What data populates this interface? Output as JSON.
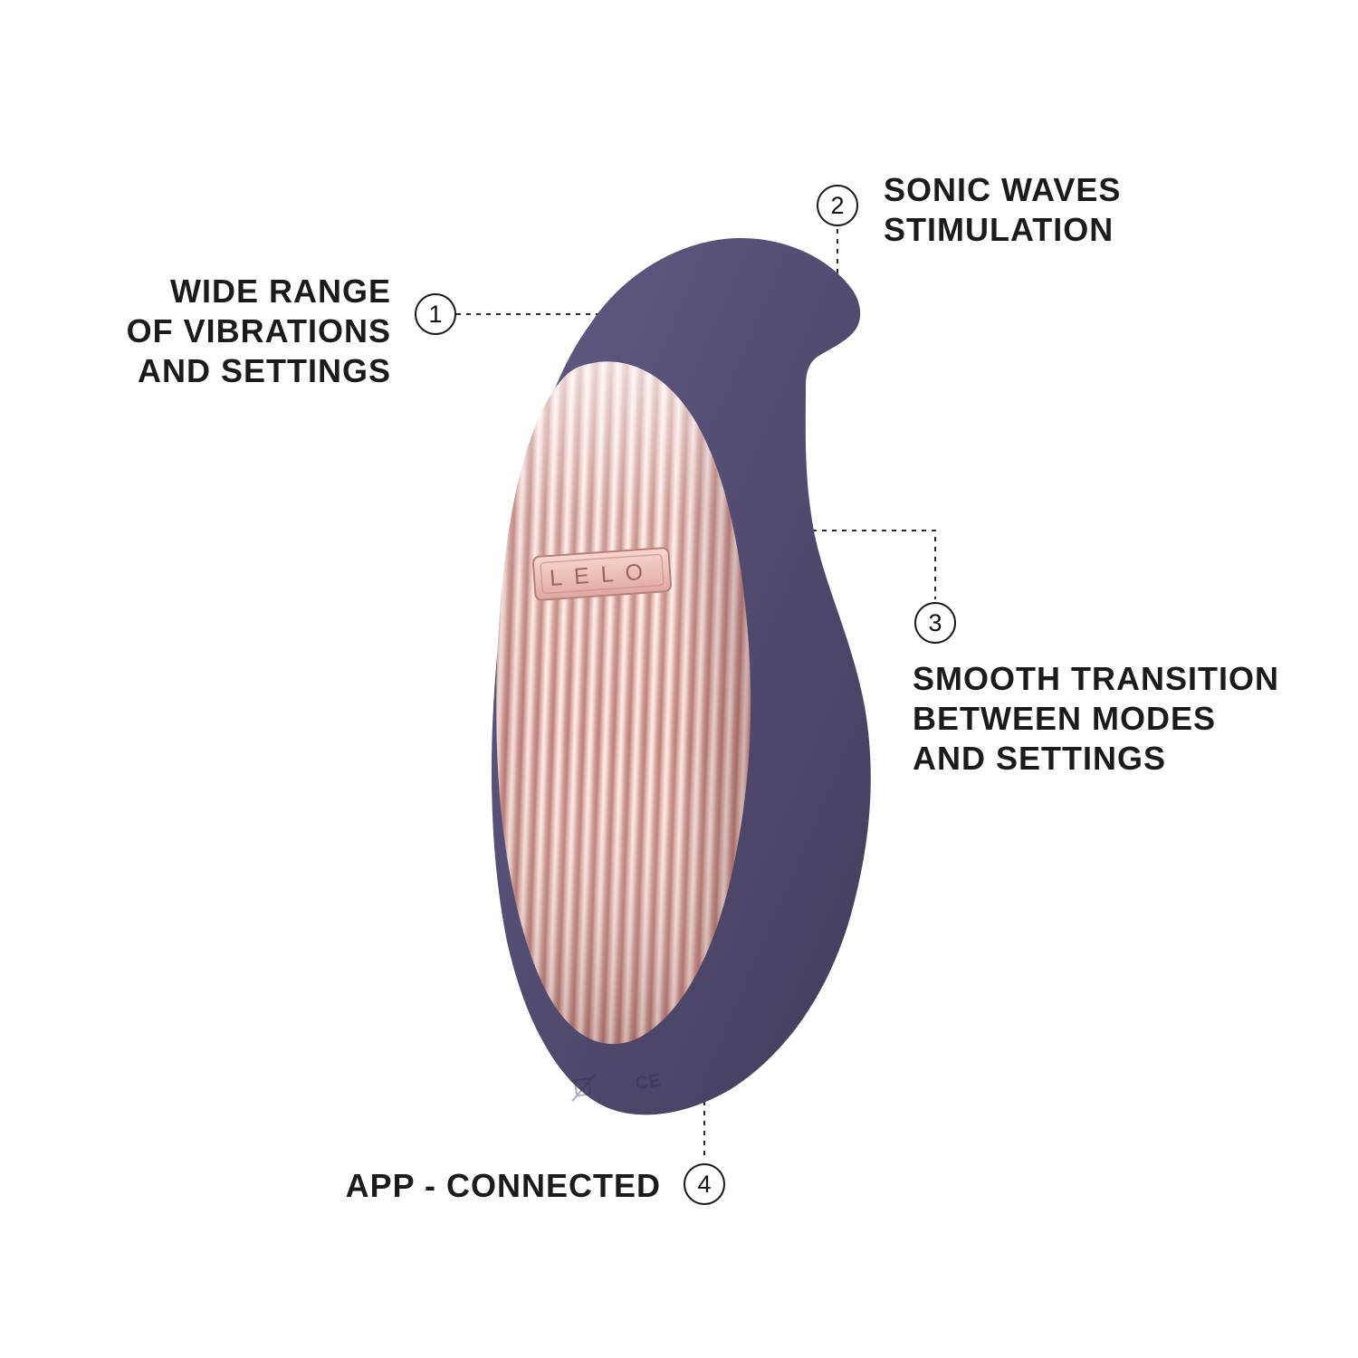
{
  "product": {
    "brand": "LELO",
    "logo_text": "LELO",
    "regulatory_text": "CE",
    "colors": {
      "body_purple": "#544d72",
      "face_light_pink": "#fcece8",
      "face_dark_pink": "#b97f7a",
      "text_black": "#1b1b1b"
    }
  },
  "callouts": [
    {
      "number": "1",
      "label": "WIDE RANGE\nOF VIBRATIONS\nAND SETTINGS"
    },
    {
      "number": "2",
      "label": "SONIC WAVES\nSTIMULATION"
    },
    {
      "number": "3",
      "label": "SMOOTH TRANSITION\nBETWEEN MODES\nAND SETTINGS"
    },
    {
      "number": "4",
      "label": "APP - CONNECTED"
    }
  ]
}
